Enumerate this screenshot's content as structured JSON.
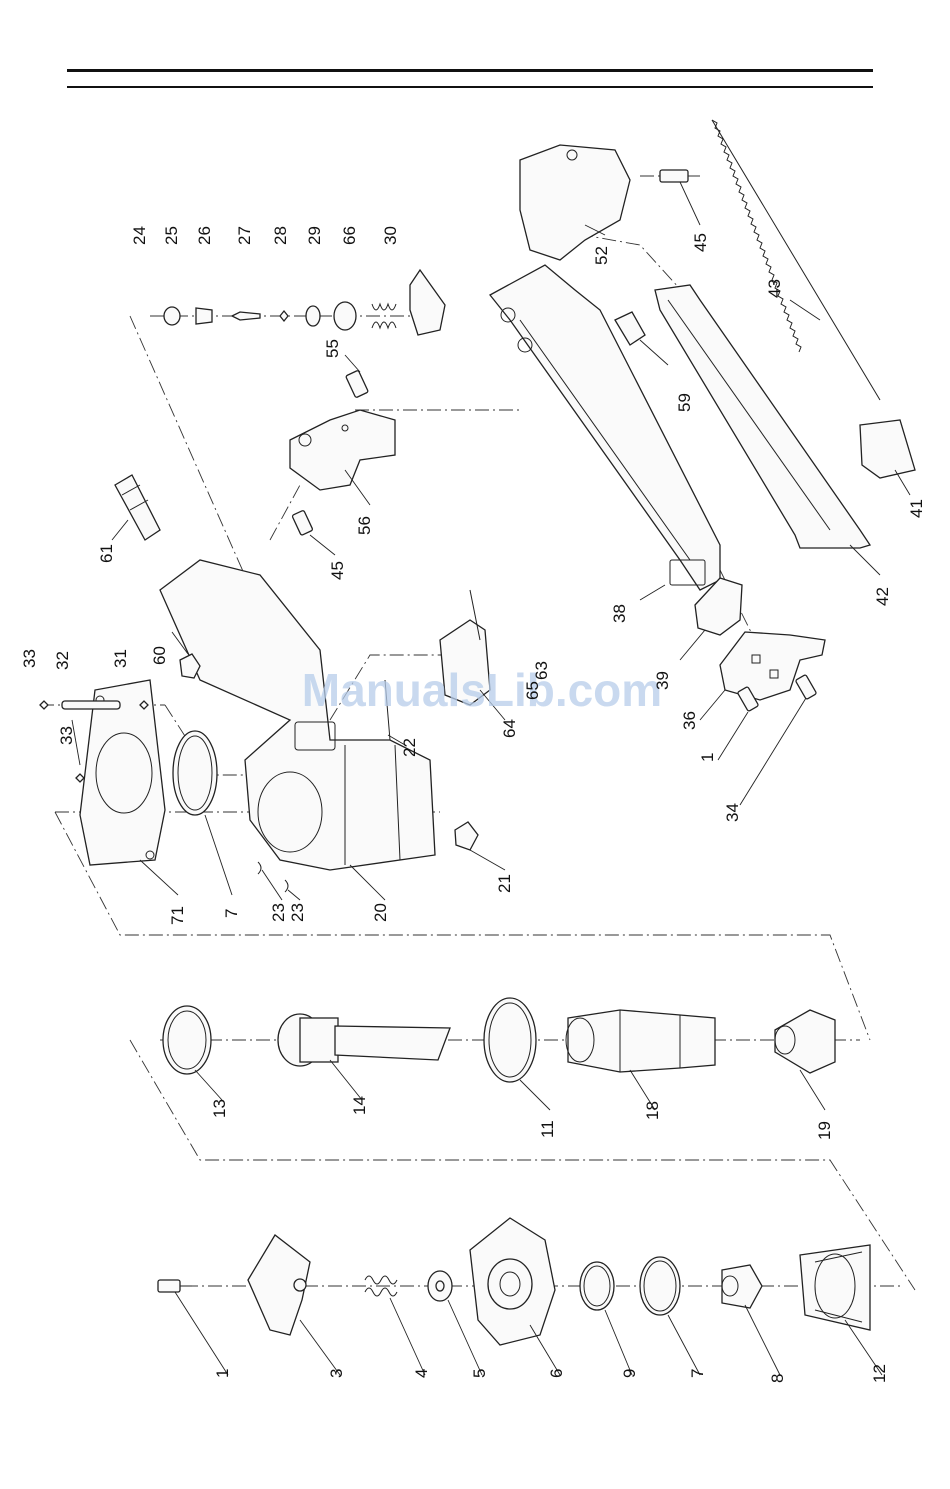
{
  "watermark": "ManualsLib.com",
  "part_labels": [
    {
      "id": "1",
      "text": "1"
    },
    {
      "id": "3",
      "text": "3"
    },
    {
      "id": "4",
      "text": "4"
    },
    {
      "id": "5",
      "text": "5"
    },
    {
      "id": "6",
      "text": "6"
    },
    {
      "id": "9",
      "text": "9"
    },
    {
      "id": "7b",
      "text": "7"
    },
    {
      "id": "8",
      "text": "8"
    },
    {
      "id": "12",
      "text": "12"
    },
    {
      "id": "13",
      "text": "13"
    },
    {
      "id": "14",
      "text": "14"
    },
    {
      "id": "11",
      "text": "11"
    },
    {
      "id": "18",
      "text": "18"
    },
    {
      "id": "19",
      "text": "19"
    },
    {
      "id": "71",
      "text": "71"
    },
    {
      "id": "7a",
      "text": "7"
    },
    {
      "id": "23a",
      "text": "23"
    },
    {
      "id": "23b",
      "text": "23"
    },
    {
      "id": "20",
      "text": "20"
    },
    {
      "id": "21",
      "text": "21"
    },
    {
      "id": "33a",
      "text": "33"
    },
    {
      "id": "32",
      "text": "32"
    },
    {
      "id": "31",
      "text": "31"
    },
    {
      "id": "60",
      "text": "60"
    },
    {
      "id": "33b",
      "text": "33"
    },
    {
      "id": "61",
      "text": "61"
    },
    {
      "id": "45a",
      "text": "45"
    },
    {
      "id": "56",
      "text": "56"
    },
    {
      "id": "55",
      "text": "55"
    },
    {
      "id": "24",
      "text": "24"
    },
    {
      "id": "25",
      "text": "25"
    },
    {
      "id": "26",
      "text": "26"
    },
    {
      "id": "27",
      "text": "27"
    },
    {
      "id": "28",
      "text": "28"
    },
    {
      "id": "29",
      "text": "29"
    },
    {
      "id": "66",
      "text": "66"
    },
    {
      "id": "30",
      "text": "30"
    },
    {
      "id": "22",
      "text": "22"
    },
    {
      "id": "64",
      "text": "64"
    },
    {
      "id": "65",
      "text": "65"
    },
    {
      "id": "63",
      "text": "63"
    },
    {
      "id": "38",
      "text": "38"
    },
    {
      "id": "39",
      "text": "39"
    },
    {
      "id": "36",
      "text": "36"
    },
    {
      "id": "1b",
      "text": "1"
    },
    {
      "id": "34",
      "text": "34"
    },
    {
      "id": "52",
      "text": "52"
    },
    {
      "id": "45b",
      "text": "45"
    },
    {
      "id": "43",
      "text": "43"
    },
    {
      "id": "59",
      "text": "59"
    },
    {
      "id": "41",
      "text": "41"
    },
    {
      "id": "42",
      "text": "42"
    }
  ]
}
